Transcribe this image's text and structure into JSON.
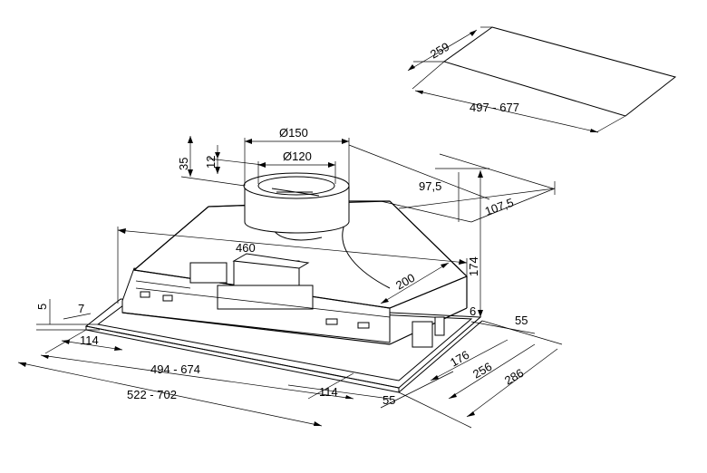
{
  "dimensions": {
    "cutout_depth": "259",
    "cutout_width": "497 - 677",
    "duct_outer": "Ø150",
    "duct_inner": "Ø120",
    "height_35": "35",
    "height_12": "12",
    "offset_97_5": "97,5",
    "offset_107_5": "107,5",
    "body_width": "460",
    "height_174": "174",
    "depth_200": "200",
    "flange_5": "5",
    "flange_7": "7",
    "flange_6": "6",
    "side_114_left": "114",
    "width_494_674": "494 - 674",
    "width_522_702": "522 - 702",
    "side_114_bottom": "114",
    "side_55_bottom": "55",
    "side_55_right": "55",
    "depth_176": "176",
    "depth_256": "256",
    "depth_286": "286"
  }
}
